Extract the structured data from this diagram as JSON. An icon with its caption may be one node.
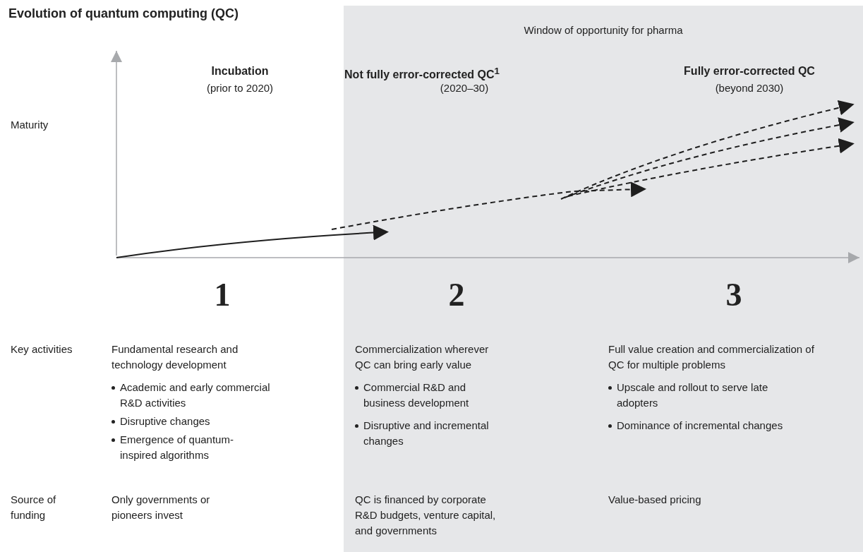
{
  "diagram": {
    "title": "Evolution of quantum computing (QC)",
    "nodes": [
      {
        "text": [
          "Window of opportunity for pharma"
        ]
      }
    ],
    "edges": [],
    "labels": [
      "Incubation",
      "(prior to 2020)",
      "Not fully error-corrected QC$^{1}$",
      "(2020–30)",
      "Fully error-corrected QC",
      "(beyond 2030)",
      "Maturity",
      "1",
      "2",
      "3",
      "Key activities",
      "Fundamental research and technology development",
      "Academic and early commercial R&D activities",
      "Disruptive changes",
      "Emergence of quantum-inspired algorithms",
      "Source of funding",
      "Only governments or pioneers invest",
      "Commercialization wherever QC can bring early value",
      "Commercial R&D and business development",
      "Disruptive and incremental changes",
      "QC is financed by corporate R&D budgets, venture capital, and governments",
      "Full value creation and commercialization of QC for multiple problems",
      "Upscale and rollout to serve late adopters",
      "Dominance of incremental changes",
      "Value-based pricing"
    ]
  }
}
